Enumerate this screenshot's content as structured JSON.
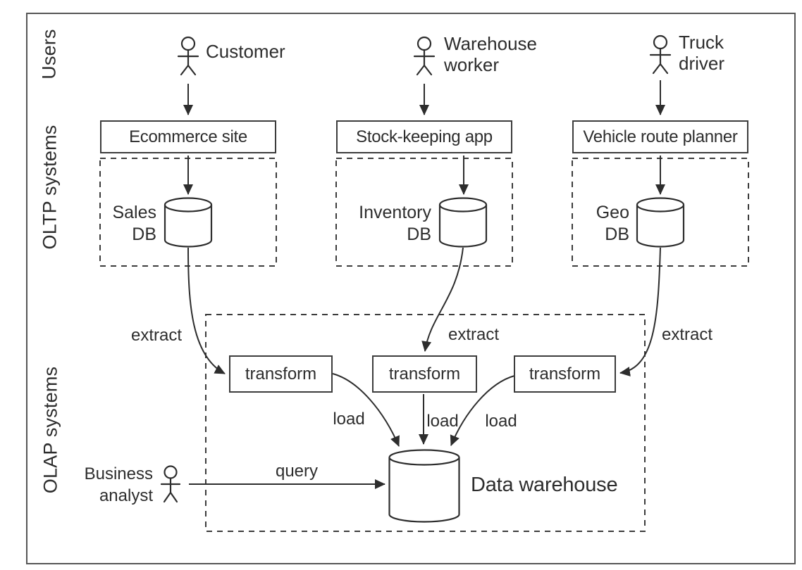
{
  "row_labels": {
    "users": "Users",
    "oltp": "OLTP systems",
    "olap": "OLAP systems"
  },
  "actors": {
    "customer": {
      "line1": "Customer"
    },
    "warehouse_worker": {
      "line1": "Warehouse",
      "line2": "worker"
    },
    "truck_driver": {
      "line1": "Truck",
      "line2": "driver"
    },
    "business_analyst": {
      "line1": "Business",
      "line2": "analyst"
    }
  },
  "oltp_systems": {
    "ecommerce": {
      "app": "Ecommerce site",
      "db_line1": "Sales",
      "db_line2": "DB"
    },
    "stock_keeping": {
      "app": "Stock-keeping app",
      "db_line1": "Inventory",
      "db_line2": "DB"
    },
    "route_planner": {
      "app": "Vehicle route planner",
      "db_line1": "Geo",
      "db_line2": "DB"
    }
  },
  "etl": {
    "extract_labels": [
      "extract",
      "extract",
      "extract"
    ],
    "transform_labels": [
      "transform",
      "transform",
      "transform"
    ],
    "load_labels": [
      "load",
      "load",
      "load"
    ],
    "query_label": "query",
    "warehouse_label": "Data warehouse"
  },
  "colors": {
    "ink": "#2d2d2d",
    "frame": "#565656",
    "background": "#ffffff"
  }
}
